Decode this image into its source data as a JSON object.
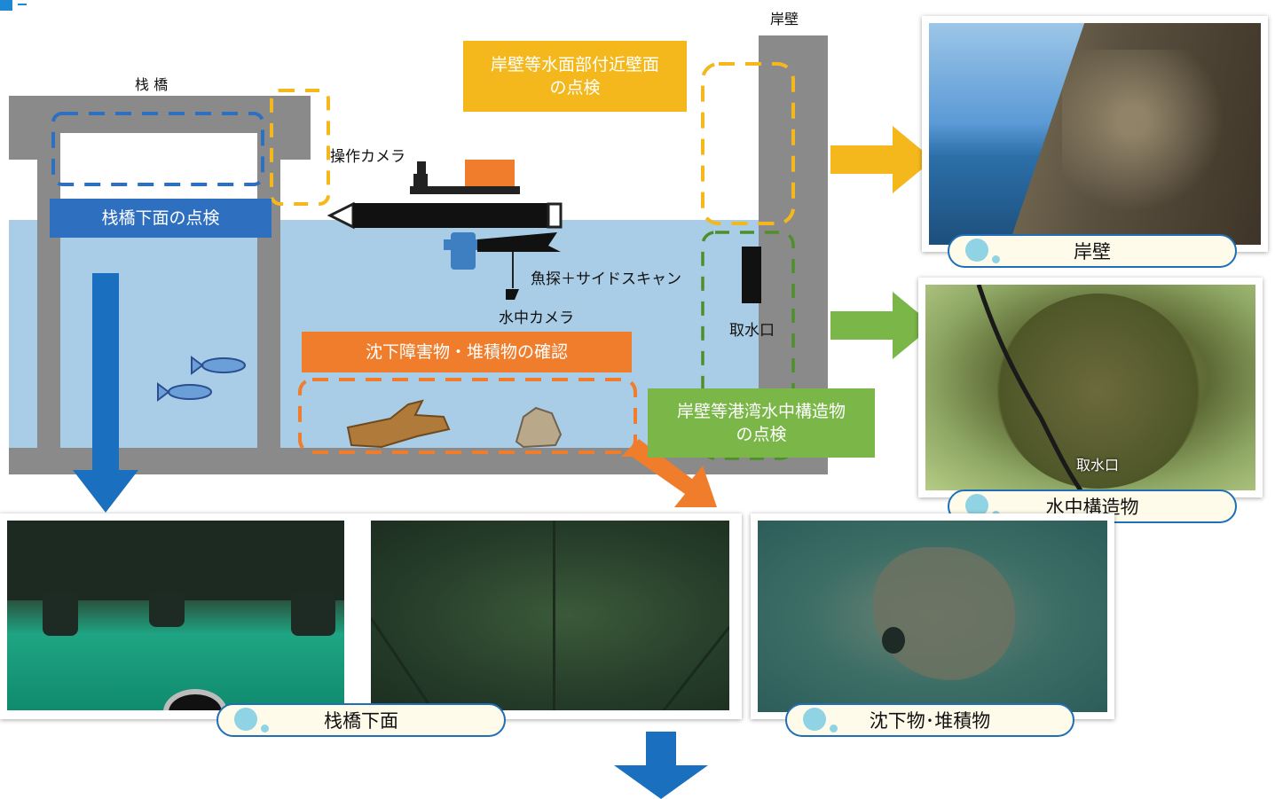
{
  "diagram": {
    "labels": {
      "pier": "栈 橋",
      "quay": "岸壁",
      "op_camera": "操作カメラ",
      "sonar": "魚探＋サイドスキャン",
      "uw_camera": "水中カメラ",
      "intake": "取水口"
    },
    "boxes": {
      "pier_under": "栈橋下面の点検",
      "quay_surface": "岸壁等水面部付近壁面\nの点検",
      "sunken": "沈下障害物・堆積物の確認",
      "harbor_structure": "岸壁等港湾水中構造物\nの点検"
    },
    "colors": {
      "blue": "#2f6fc0",
      "yellow": "#f5b81c",
      "green": "#7ab648",
      "orange": "#ef7d2c",
      "water": "#a9cde6",
      "concrete": "#8a8a8a"
    }
  },
  "photos": {
    "quay": {
      "caption": "岸壁"
    },
    "underwater": {
      "caption": "水中構造物",
      "overlay": "取水口"
    },
    "pier_under": {
      "caption": "栈橋下面"
    },
    "sunken": {
      "caption": "沈下物･堆積物"
    }
  }
}
